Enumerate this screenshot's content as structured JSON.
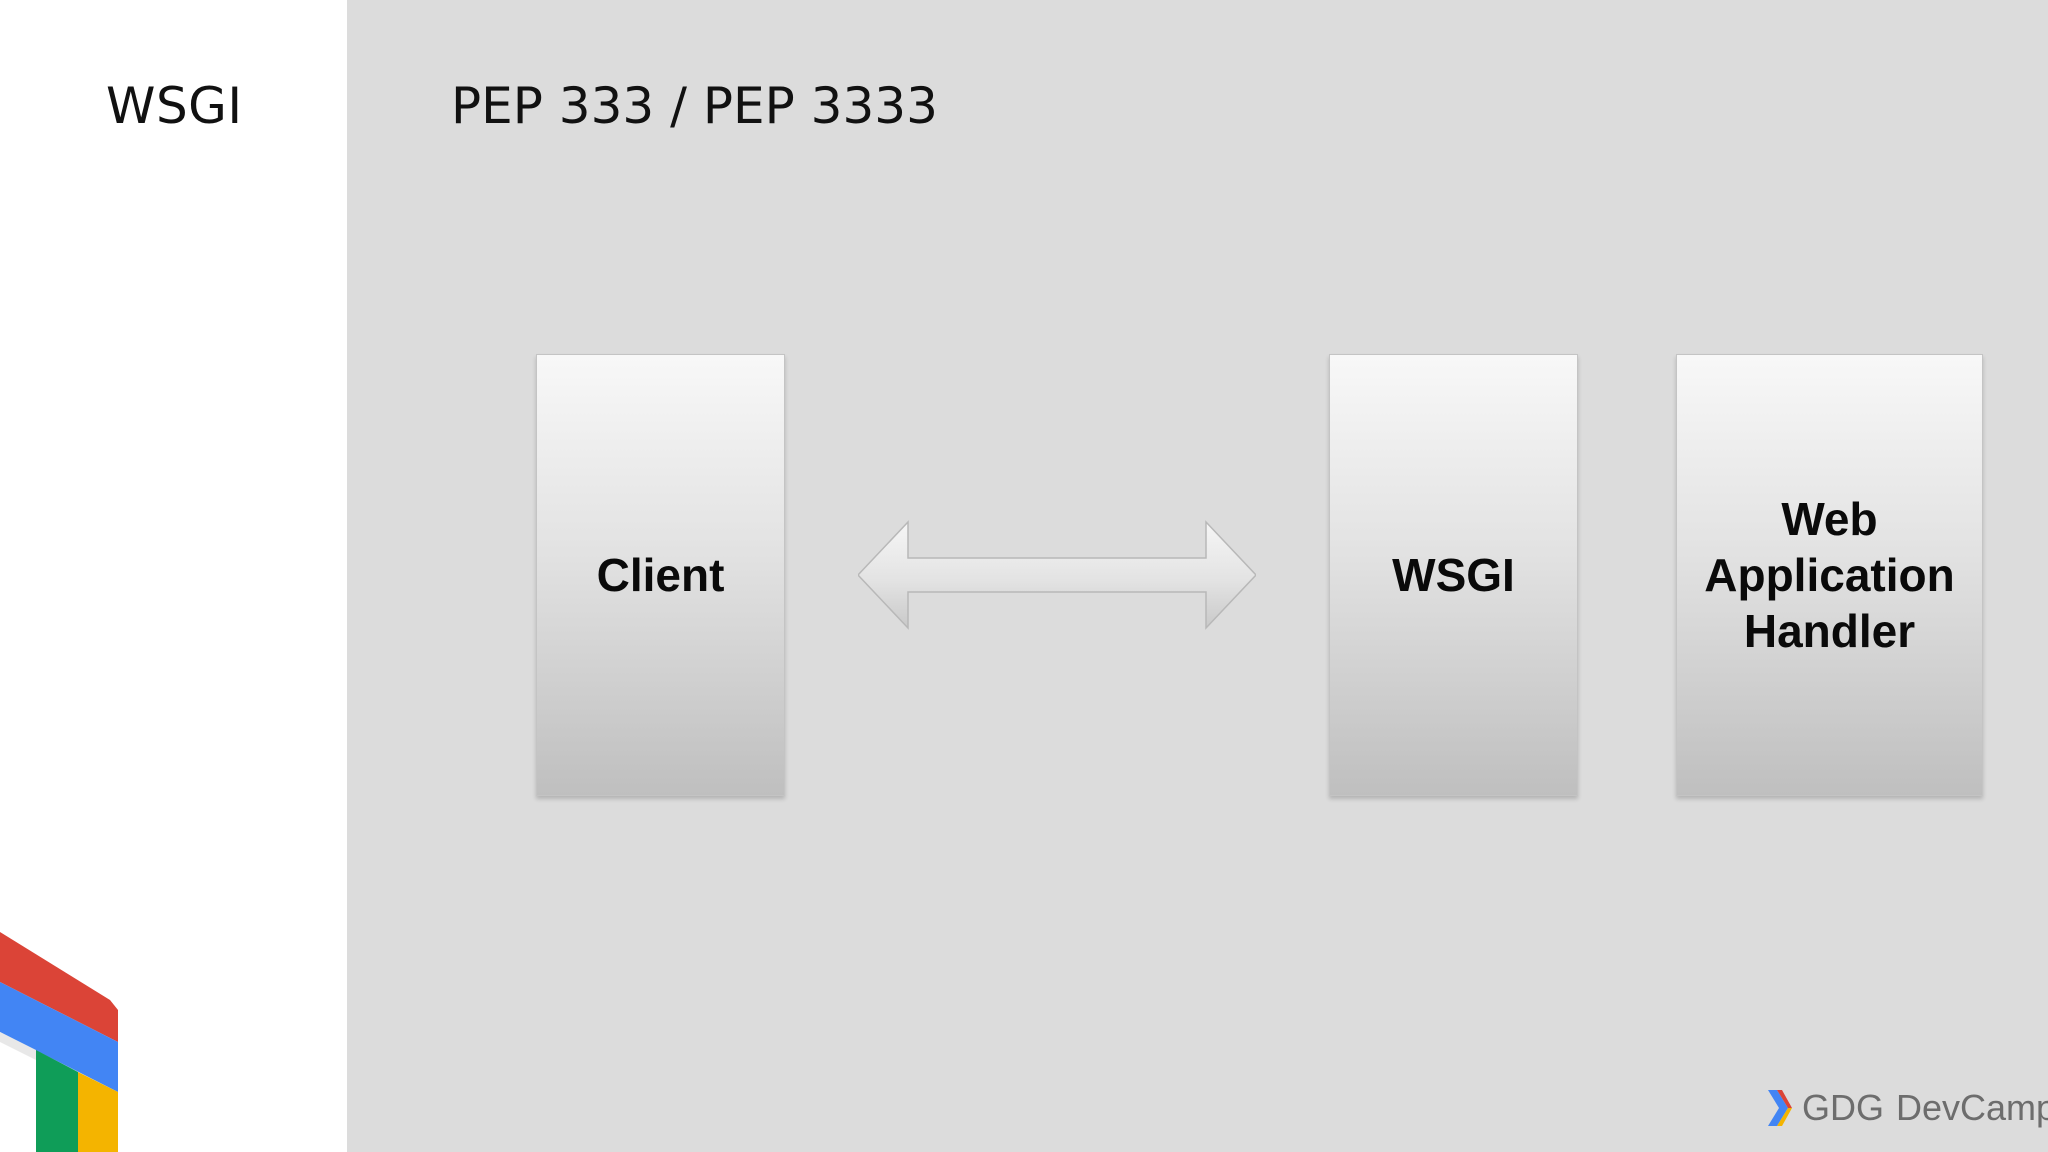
{
  "slide": {
    "section_title": "WSGI",
    "title": "PEP 333 / PEP 3333"
  },
  "diagram": {
    "nodes": [
      {
        "id": "client",
        "lines": [
          "Client"
        ]
      },
      {
        "id": "wsgi",
        "lines": [
          "WSGI"
        ]
      },
      {
        "id": "handler",
        "lines": [
          "Web",
          "Application",
          "Handler"
        ]
      }
    ],
    "edges": [
      {
        "from": "client",
        "to": "wsgi",
        "direction": "bidirectional"
      }
    ]
  },
  "footer": {
    "brand_bold": "GDG",
    "brand_rest": "DevCamp"
  },
  "colors": {
    "panel_bg": "#dcdcdc",
    "logo_red": "#db4437",
    "logo_blue": "#4285f4",
    "logo_green": "#0f9d58",
    "logo_yellow": "#f4b400"
  }
}
